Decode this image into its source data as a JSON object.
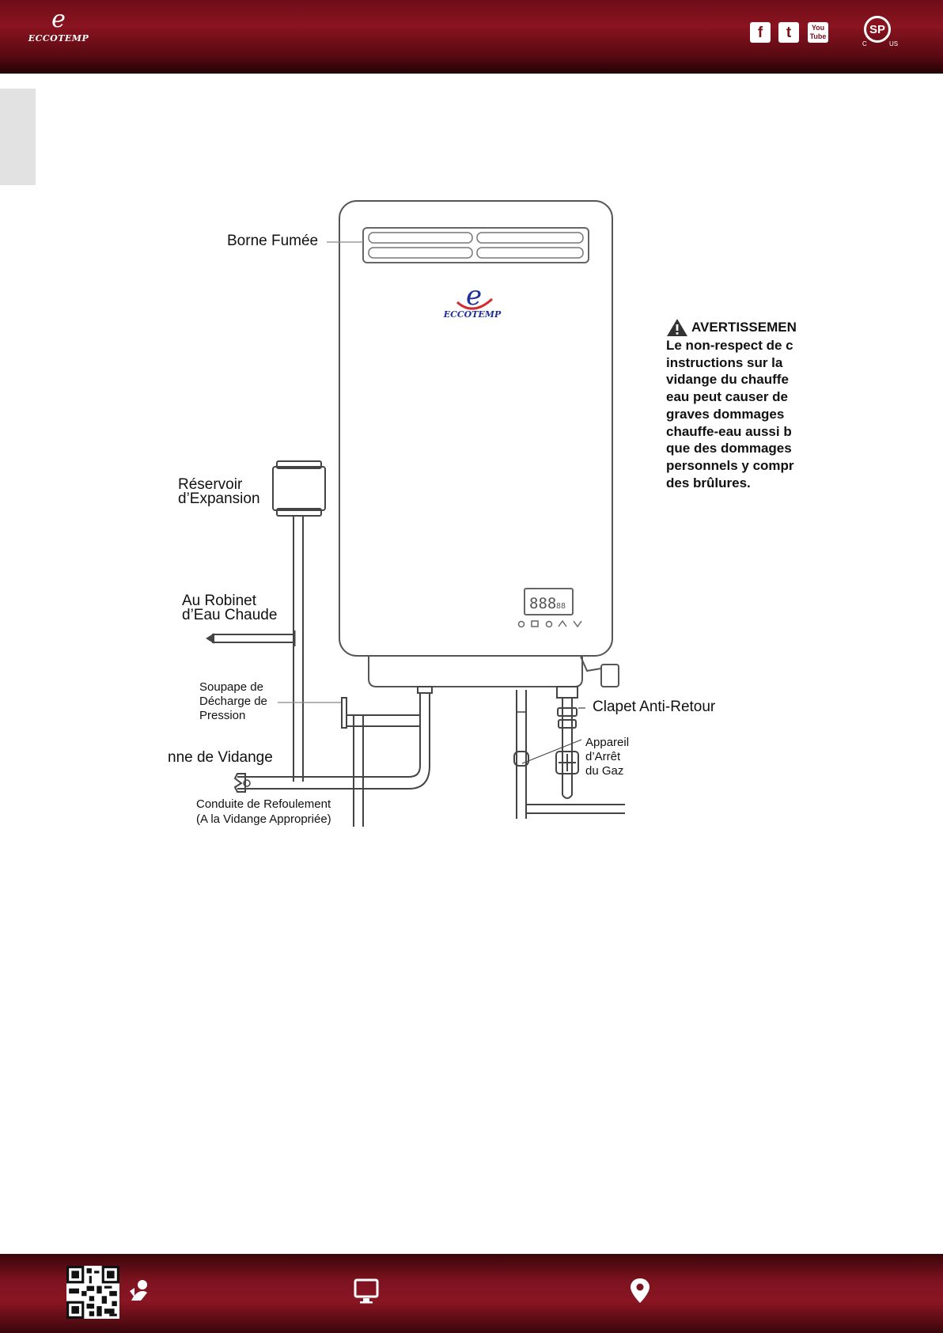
{
  "header": {
    "brand": {
      "symbol": "e",
      "name": "ECCOTEMP"
    },
    "social": [
      {
        "label": "f",
        "icon": "facebook-icon"
      },
      {
        "label": "t",
        "icon": "twitter-icon"
      },
      {
        "label": "You Tube",
        "icon": "youtube-icon"
      }
    ],
    "certification": {
      "mark": "SP",
      "left": "C",
      "right": "US"
    }
  },
  "diagram": {
    "heater_brand": "ECCOTEMP",
    "display_digits": "888",
    "display_small": "88",
    "labels": {
      "vent": "Borne Fumée",
      "expansion_1": "Réservoir",
      "expansion_2": "d’Expansion",
      "hot_tap_1": "Au Robinet",
      "hot_tap_2": "d’Eau Chaude",
      "relief_1": "Soupape de",
      "relief_2": "Décharge de",
      "relief_3": "Pression",
      "drain_valve": "nne de Vidange",
      "discharge_1": "Conduite de Refoulement",
      "discharge_2": "(A la Vidange Appropriée)",
      "check_valve": "Clapet Anti-Retour",
      "gas_1": "Appareil",
      "gas_2": "d’Arrêt",
      "gas_3": "du Gaz"
    }
  },
  "warning": {
    "title": "AVERTISSEMEN",
    "lines": [
      "Le non-respect de c",
      "instructions sur la",
      "vidange du chauffe",
      "eau peut causer de",
      "graves dommages",
      "chauffe-eau aussi b",
      "que des dommages",
      "personnels y compr",
      "des brûlures."
    ]
  },
  "footer": {
    "icons": [
      "qr-code",
      "contact-icon",
      "monitor-icon",
      "location-pin-icon"
    ]
  },
  "colors": {
    "header_red": "#8a1420",
    "brand_blue": "#1c2f9a",
    "brand_red": "#d42a2a"
  }
}
